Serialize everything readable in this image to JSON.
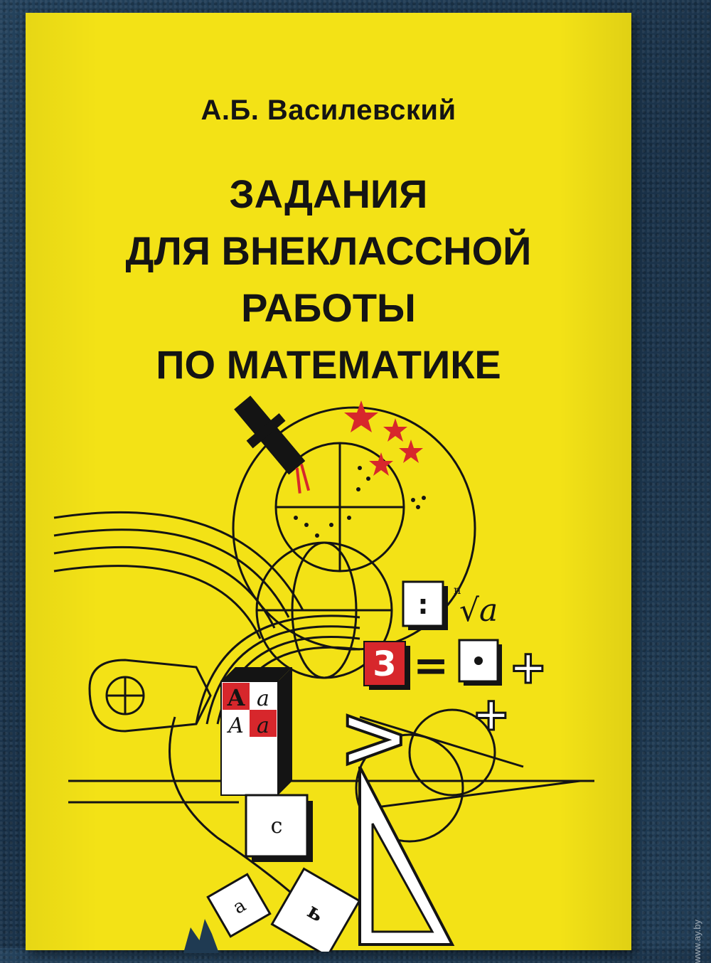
{
  "author": "А.Б. Василевский",
  "title_lines": [
    "ЗАДАНИЯ",
    "ДЛЯ  ВНЕКЛАССНОЙ",
    "РАБОТЫ",
    "ПО МАТЕМАТИКЕ"
  ],
  "illustration": {
    "colon_block": ":",
    "nth_root_index": "n",
    "nth_root": "√a",
    "three_block": "3",
    "equals": "=",
    "plus": "+",
    "greater_than": ">",
    "letters": [
      "А",
      "а",
      "А",
      "а"
    ],
    "side_c": "с",
    "side_a": "а",
    "side_b": "ь"
  },
  "colors": {
    "cover": "#f3e216",
    "accent_red": "#d7272c",
    "ink": "#141414",
    "background": "#1f3a52"
  },
  "watermark": "www.ay.by"
}
